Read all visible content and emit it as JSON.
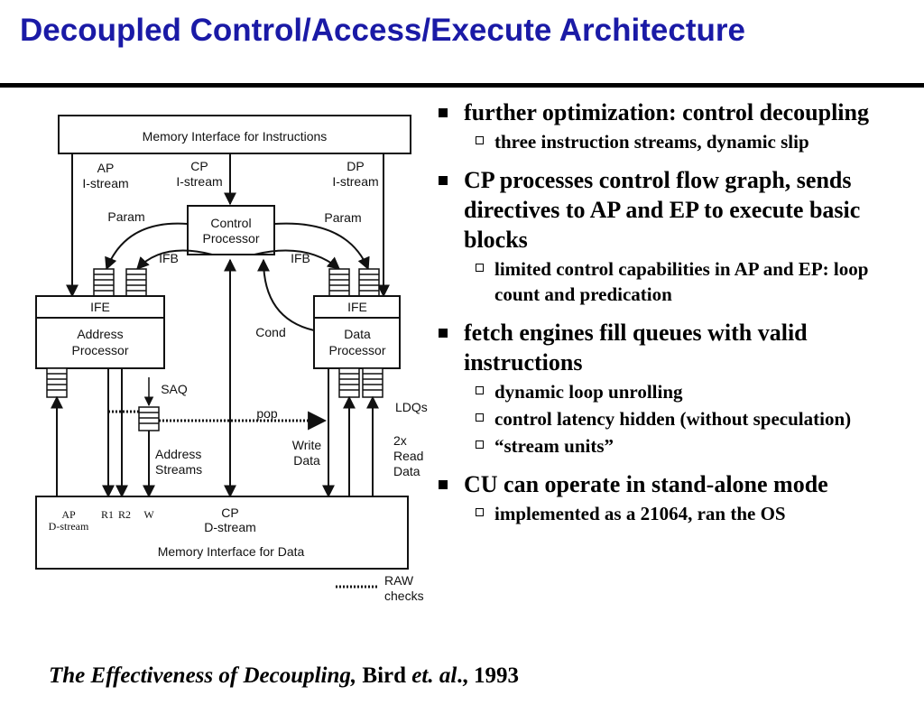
{
  "title": "Decoupled Control/Access/Execute Architecture",
  "diagram": {
    "mem_instr": "Memory Interface for Instructions",
    "ap_istream": [
      "AP",
      "I-stream"
    ],
    "cp_istream": [
      "CP",
      "I-stream"
    ],
    "dp_istream": [
      "DP",
      "I-stream"
    ],
    "param_left": "Param",
    "param_right": "Param",
    "control_processor": [
      "Control",
      "Processor"
    ],
    "ifb_left": "IFB",
    "ifb_right": "IFB",
    "ife_left": "IFE",
    "ife_right": "IFE",
    "address_processor": [
      "Address",
      "Processor"
    ],
    "data_processor": [
      "Data",
      "Processor"
    ],
    "cond": "Cond",
    "saq": "SAQ",
    "ldqs": "LDQs",
    "pop": "pop",
    "address_streams": [
      "Address",
      "Streams"
    ],
    "write_data": [
      "Write",
      "Data"
    ],
    "read_data": [
      "2x",
      "Read",
      "Data"
    ],
    "ap_dstream": [
      "AP",
      "D-stream"
    ],
    "r1": "R1",
    "r2": "R2",
    "w": "W",
    "cp_dstream": [
      "CP",
      "D-stream"
    ],
    "mem_data": "Memory Interface for Data",
    "raw_checks": [
      "RAW",
      "checks"
    ]
  },
  "bullets": [
    {
      "text": "further optimization: control decoupling",
      "subs": [
        "three instruction streams, dynamic slip"
      ]
    },
    {
      "text": "CP processes control flow graph, sends directives to AP and EP to execute basic blocks",
      "subs": [
        "limited control capabilities in AP and EP: loop count and predication"
      ]
    },
    {
      "text": "fetch engines fill queues with valid instructions",
      "subs": [
        "dynamic loop unrolling",
        "control latency hidden (without speculation)",
        "“stream units”"
      ]
    },
    {
      "text": "CU can operate in stand-alone mode",
      "subs": [
        "implemented as a 21064, ran the OS"
      ]
    }
  ],
  "citation": {
    "title": "The Effectiveness of Decoupling,",
    "author": " Bird ",
    "etal": "et. al",
    "year": "., 1993"
  },
  "colors": {
    "title": "#1a1aa6"
  }
}
